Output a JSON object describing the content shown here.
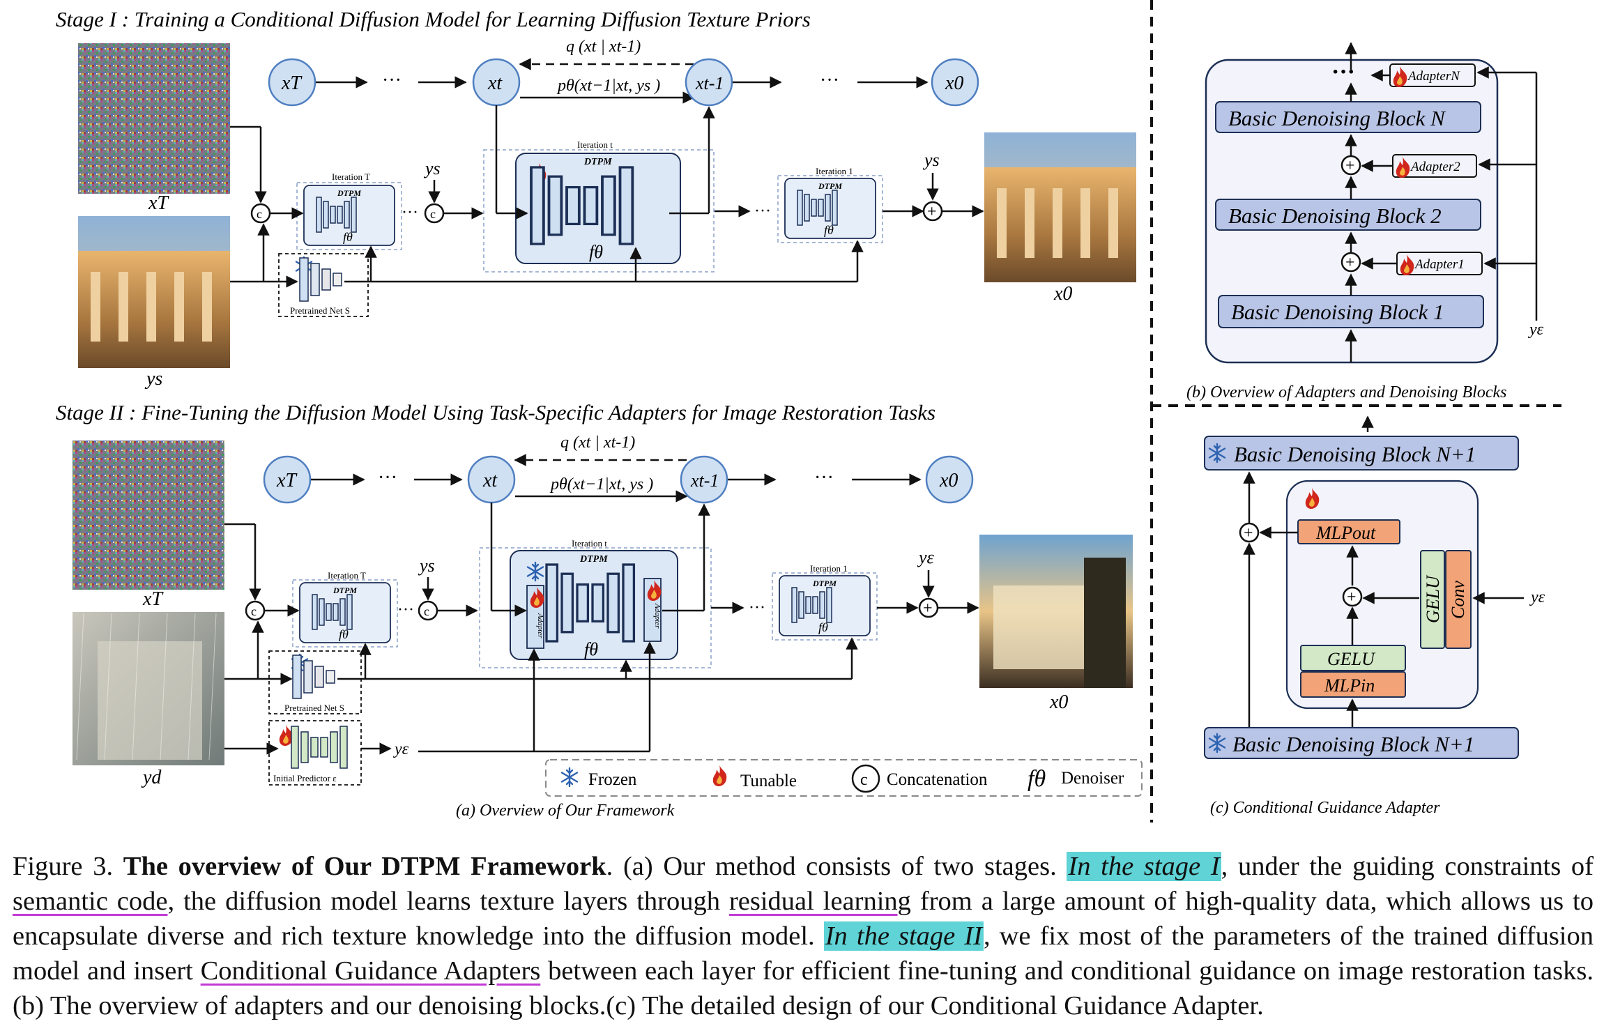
{
  "stage1": {
    "title": "Stage I : Training a Conditional Diffusion Model for Learning Diffusion Texture Priors",
    "nodes": {
      "xT": "xT",
      "xt": "xt",
      "xt1": "xt-1",
      "x0": "x0"
    },
    "dots": "···",
    "q": "q (xt | xt-1)",
    "p": "pθ(xt−1|xt, ys )",
    "iter_T": "Iteration T",
    "iter_t": "Iteration t",
    "iter_1": "Iteration 1",
    "dtpm": "DTPM",
    "f": "fθ",
    "pretrained": "Pretrained Net S",
    "ys": "ys",
    "img_xT": "xT",
    "img_ys": "ys",
    "img_x0": "x0",
    "concat": "c",
    "plus": "+"
  },
  "stage2": {
    "title": "Stage II : Fine-Tuning the Diffusion Model Using Task-Specific Adapters for  Image Restoration Tasks",
    "adapter": "Adapter",
    "pretrained": "Pretrained Net S",
    "initial": "Initial Predictor ε",
    "ye": "yε",
    "img_xT": "xT",
    "img_yd": "yd",
    "img_x0": "x0"
  },
  "legend": {
    "frozen": "Frozen",
    "tunable": "Tunable",
    "concat": "Concatenation",
    "denoiser_symbol": "fθ",
    "denoiser": "Denoiser"
  },
  "panel_a_caption": "(a) Overview of Our Framework",
  "panel_b": {
    "block_n": "Basic Denoising Block N",
    "block_2": "Basic Denoising Block 2",
    "block_1": "Basic Denoising Block 1",
    "adapter_n": "AdapterN",
    "adapter_2": "Adapter2",
    "adapter_1": "Adapter1",
    "ye": "yε",
    "caption": "(b) Overview of Adapters and Denoising Blocks"
  },
  "panel_c": {
    "block_top": "Basic Denoising Block  N+1",
    "block_bottom": "Basic Denoising Block  N+1",
    "mlp_out": "MLPout",
    "mlp_in": "MLPin",
    "gelu": "GELU",
    "gelu_v": "GELU",
    "conv": "Conv",
    "ye": "yε",
    "caption": "(c) Conditional Guidance Adapter"
  },
  "caption": {
    "lead": "Figure 3. ",
    "bold": "The overview of Our DTPM Framework",
    "p1": ". (a) Our method consists of two stages. ",
    "h1": "In the stage I",
    "p2": ", under the guiding constraints of ",
    "u1": "semantic code",
    "p3": ", the diffusion model learns texture layers through ",
    "u2": "residual learning",
    "p4": " from a large amount of high-quality data, which allows us to encapsulate diverse and rich texture knowledge into the diffusion model. ",
    "h2": "In the stage II",
    "p5": ", we fix most of the parameters of the trained diffusion model and insert ",
    "u3": "Conditional Guidance Adapters",
    "p6": " between each layer for efficient fine-tuning and conditional guidance on image restoration tasks. (b) The overview of adapters and our denoising blocks.(c) The detailed design of our Conditional Guidance Adapter."
  },
  "colors": {
    "node_fill": "#cfe0f3",
    "node_stroke": "#4f7fc0",
    "block_fill": "#b9c5e6",
    "mlp_fill": "#f2a377",
    "gelu_fill": "#d2e8c6",
    "highlight": "#5fd3d6",
    "underline": "#c23ad6",
    "flame": "#d0261c"
  }
}
